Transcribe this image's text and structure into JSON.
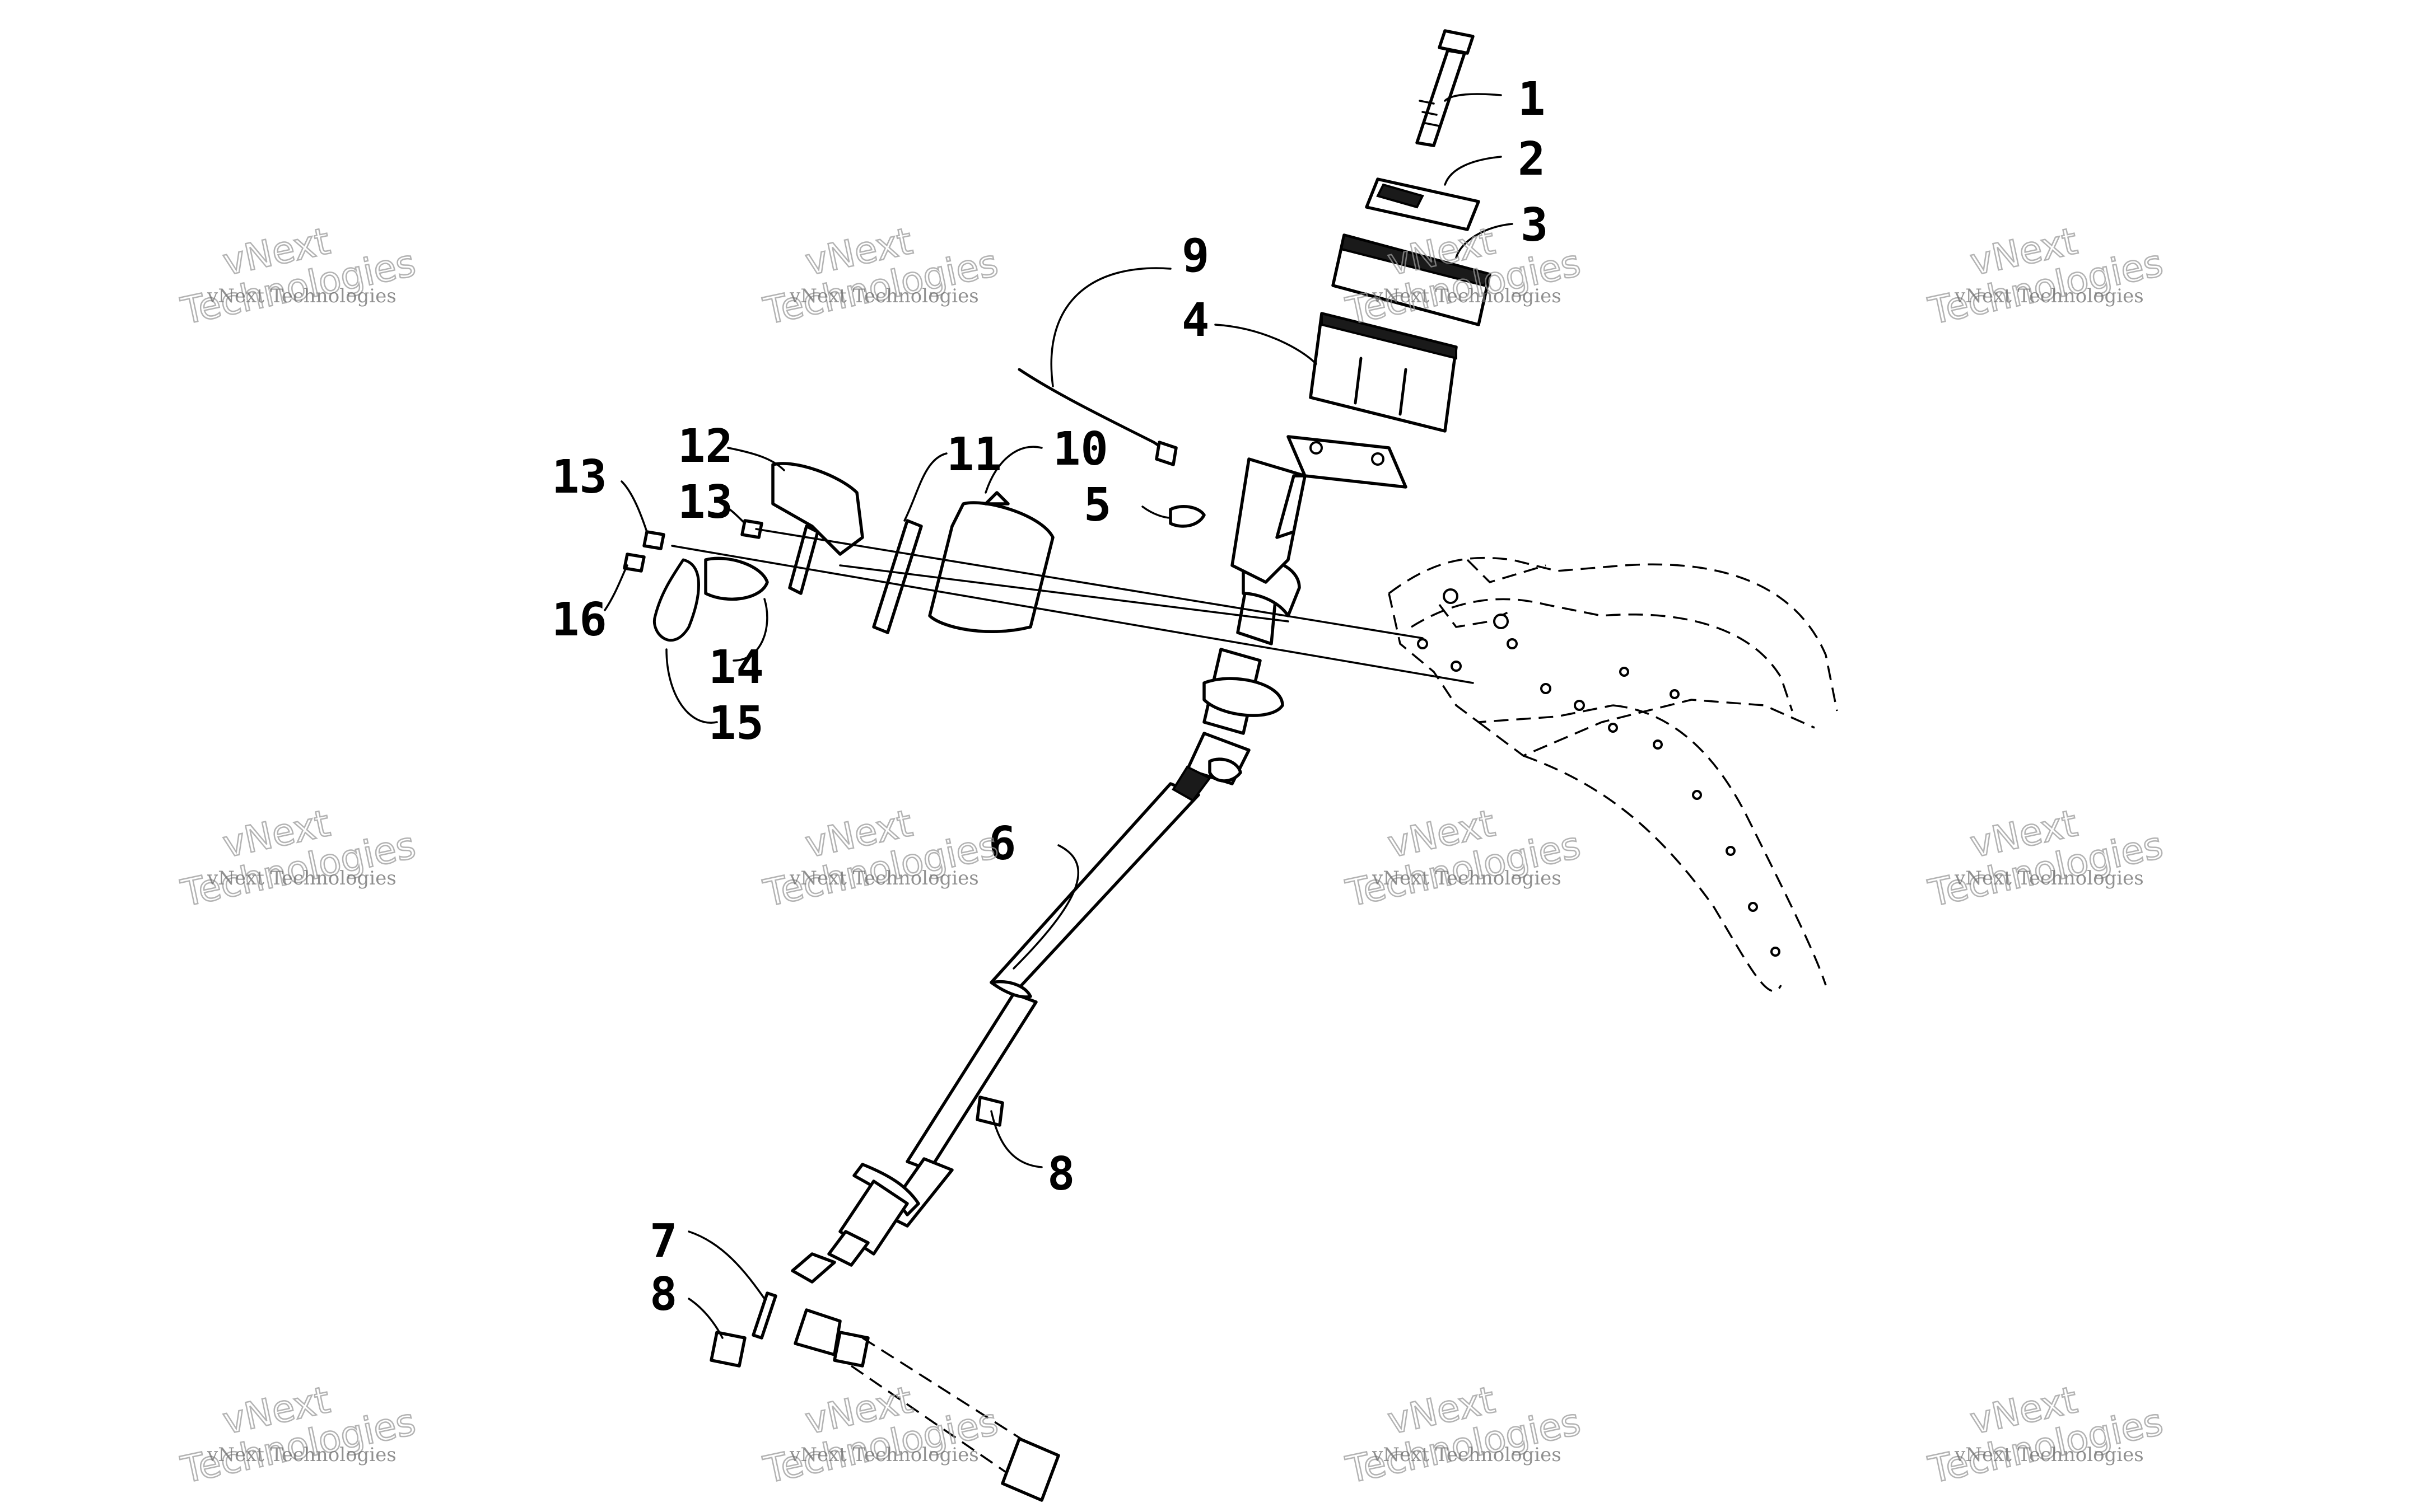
{
  "callouts": [
    "1",
    "2",
    "3",
    "4",
    "5",
    "6",
    "7",
    "8",
    "9",
    "10",
    "11",
    "12",
    "13",
    "14",
    "15",
    "16"
  ],
  "watermark": {
    "line1": "vNext",
    "line2": "Technologies",
    "line3": "vNext Technologies"
  }
}
